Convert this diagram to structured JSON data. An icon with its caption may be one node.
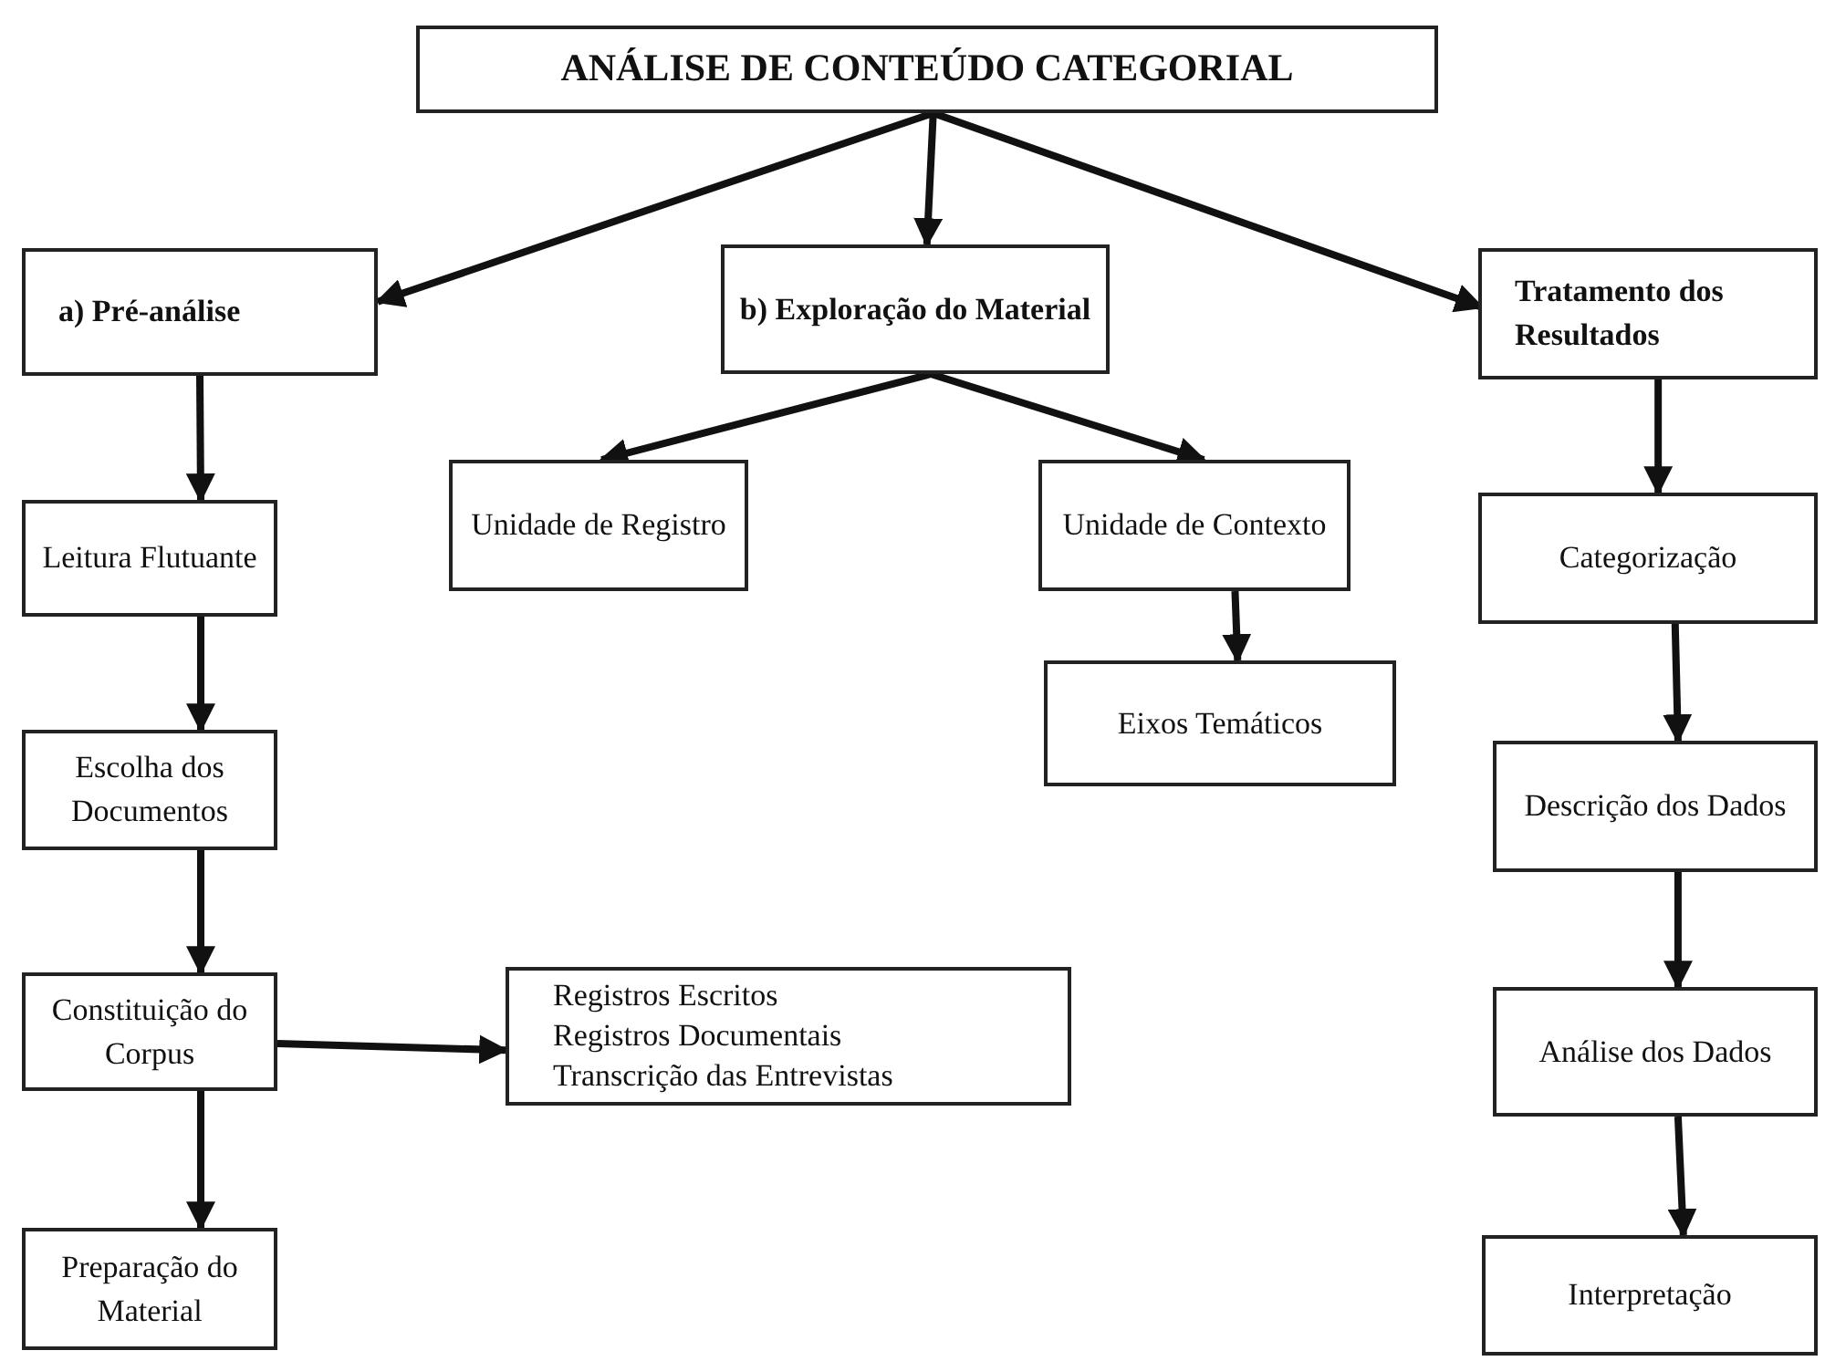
{
  "diagram": {
    "nodes": [
      {
        "text": [
          "ANÁLISE DE CONTEÚDO CATEGORIAL"
        ]
      },
      {
        "text": [
          "a) Pré-análise"
        ]
      },
      {
        "text": [
          "b) Exploração do Material"
        ]
      },
      {
        "text": [
          "Tratamento dos Resultados"
        ]
      },
      {
        "text": [
          "Leitura Flutuante"
        ]
      },
      {
        "text": [
          "Escolha dos Documentos"
        ]
      },
      {
        "text": [
          "Constituição do Corpus"
        ]
      },
      {
        "text": [
          "Registros Escritos",
          "Registros Documentais",
          "Transcrição das Entrevistas"
        ]
      },
      {
        "text": [
          "Preparação do Material"
        ]
      },
      {
        "text": [
          "Unidade de Registro"
        ]
      },
      {
        "text": [
          "Unidade de Contexto"
        ]
      },
      {
        "text": [
          "Eixos Temáticos"
        ]
      },
      {
        "text": [
          "Categorização"
        ]
      },
      {
        "text": [
          "Descrição dos Dados"
        ]
      },
      {
        "text": [
          "Análise dos Dados"
        ]
      },
      {
        "text": [
          "Interpretação"
        ]
      }
    ],
    "edges": [
      {
        "from": 0,
        "to": 1,
        "arrow": "to"
      },
      {
        "from": 0,
        "to": 2,
        "arrow": "to"
      },
      {
        "from": 0,
        "to": 3,
        "arrow": "to"
      },
      {
        "from": 1,
        "to": 4,
        "arrow": "to"
      },
      {
        "from": 4,
        "to": 5,
        "arrow": "to"
      },
      {
        "from": 5,
        "to": 6,
        "arrow": "to"
      },
      {
        "from": 6,
        "to": 8,
        "arrow": "to"
      },
      {
        "from": 6,
        "to": 7,
        "arrow": "to"
      },
      {
        "from": 2,
        "to": 9,
        "arrow": "to"
      },
      {
        "from": 2,
        "to": 10,
        "arrow": "to"
      },
      {
        "from": 10,
        "to": 11,
        "arrow": "to"
      },
      {
        "from": 3,
        "to": 12,
        "arrow": "to"
      },
      {
        "from": 12,
        "to": 13,
        "arrow": "to"
      },
      {
        "from": 13,
        "to": 14,
        "arrow": "to"
      },
      {
        "from": 14,
        "to": 15,
        "arrow": "to"
      }
    ]
  }
}
